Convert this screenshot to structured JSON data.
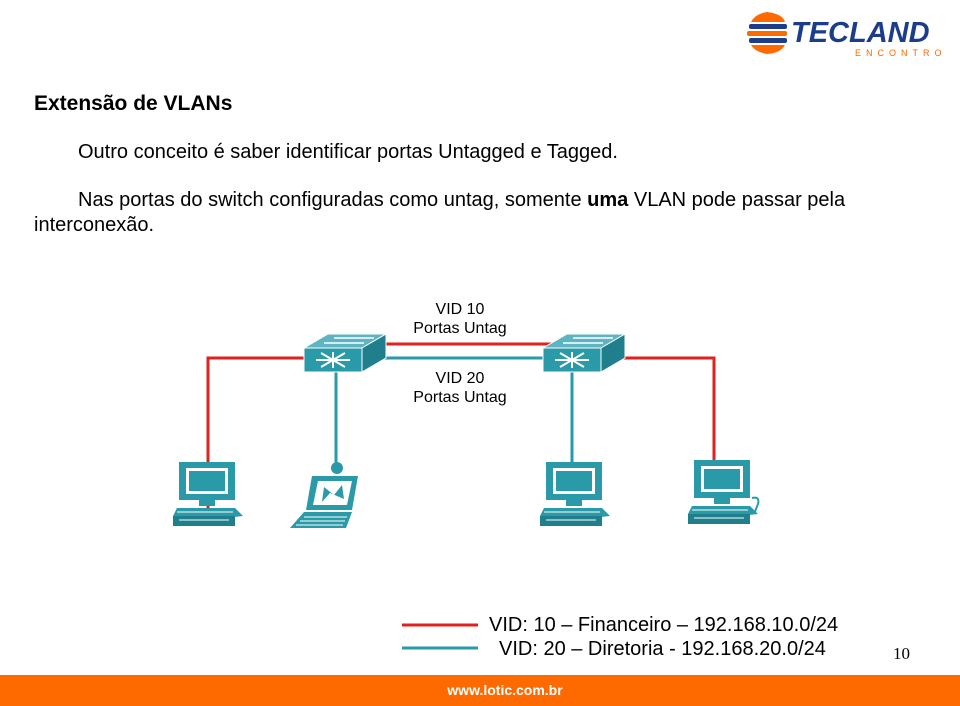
{
  "logo": {
    "name": "TECLAND",
    "sub": "ENCONTRO",
    "color": "#1c3d8a",
    "accent": "#ff6a00"
  },
  "title": "Extensão de VLANs",
  "paragraph1": "Outro conceito é saber identificar portas Untagged e Tagged.",
  "paragraph2": {
    "before": "Nas portas do switch configuradas como untag, somente ",
    "bold": "uma",
    "after": " VLAN pode passar pela interconexão."
  },
  "diagram": {
    "label_top_line1": "VID 10",
    "label_top_line2": "Portas Untag",
    "label_bottom_line1": "VID 20",
    "label_bottom_line2": "Portas Untag",
    "colors": {
      "vlan10": "#e0211d",
      "vlan20": "#2a9aa8",
      "device": "#2a9aa8"
    }
  },
  "legend": {
    "item1": "VID: 10 – Financeiro – 192.168.10.0/24",
    "item2": "VID: 20 – Diretoria - 192.168.20.0/24"
  },
  "page_number": "10",
  "footer": {
    "url": "www.lotic.com.br",
    "color": "#ff6a00"
  }
}
